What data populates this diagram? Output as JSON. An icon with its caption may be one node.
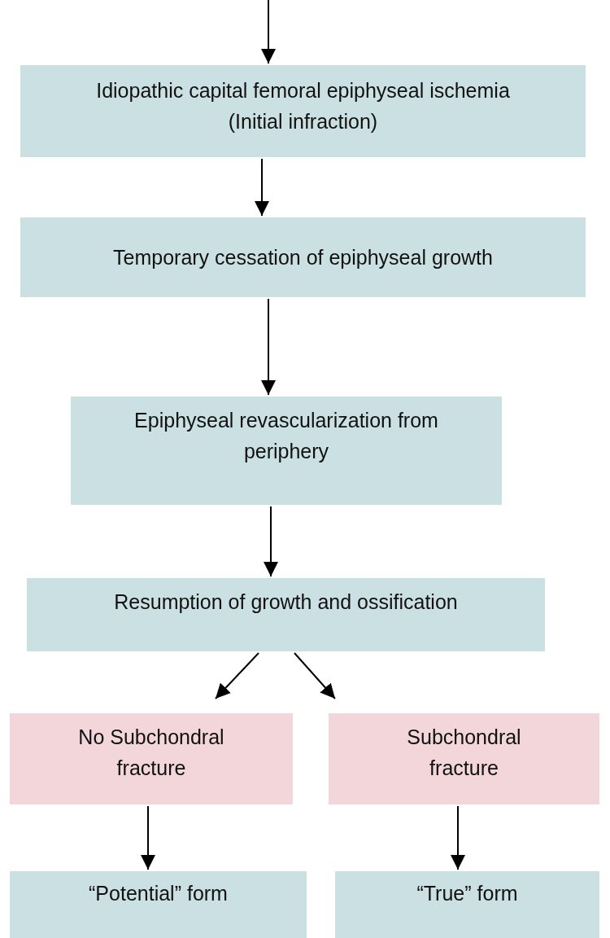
{
  "diagram": {
    "nodes": [
      {
        "text": [
          "Idiopathic capital femoral epiphyseal ischemia (Initial infraction)"
        ]
      },
      {
        "text": [
          "Temporary cessation of epiphyseal growth"
        ]
      },
      {
        "text": [
          "Epiphyseal revascularization from periphery"
        ]
      },
      {
        "text": [
          "Resumption of growth and ossification"
        ]
      },
      {
        "text": [
          "No Subchondral fracture"
        ]
      },
      {
        "text": [
          "Subchondral fracture"
        ]
      },
      {
        "text": [
          "“Potential” form"
        ]
      },
      {
        "text": [
          "“True” form"
        ]
      }
    ],
    "edges": [
      {
        "from": null,
        "to": 0,
        "arrow": "to"
      },
      {
        "from": 0,
        "to": 1,
        "arrow": "to"
      },
      {
        "from": 1,
        "to": 2,
        "arrow": "to"
      },
      {
        "from": 2,
        "to": 3,
        "arrow": "to"
      },
      {
        "from": 3,
        "to": 4,
        "arrow": "to"
      },
      {
        "from": 3,
        "to": 5,
        "arrow": "to"
      },
      {
        "from": 4,
        "to": 6,
        "arrow": "to"
      },
      {
        "from": 5,
        "to": 7,
        "arrow": "to"
      }
    ]
  }
}
